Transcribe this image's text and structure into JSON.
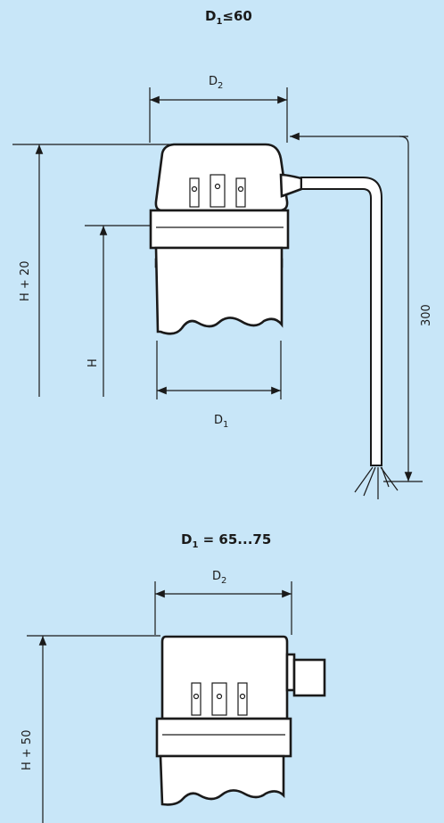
{
  "top_view": {
    "title_main": "D",
    "title_sub": "1",
    "title_rest": "≤60",
    "dim_d2_main": "D",
    "dim_d2_sub": "2",
    "dim_d1_main": "D",
    "dim_d1_sub": "1",
    "dim_h20": "H + 20",
    "dim_h": "H",
    "dim_cable": "300"
  },
  "bottom_view": {
    "title_main": "D",
    "title_sub": "1",
    "title_rest": " = 65...75",
    "dim_d2_main": "D",
    "dim_d2_sub": "2",
    "dim_h50": "H + 50"
  },
  "colors": {
    "background": "#c8e6f8",
    "line": "#1a1a1a",
    "fill": "#ffffff"
  }
}
